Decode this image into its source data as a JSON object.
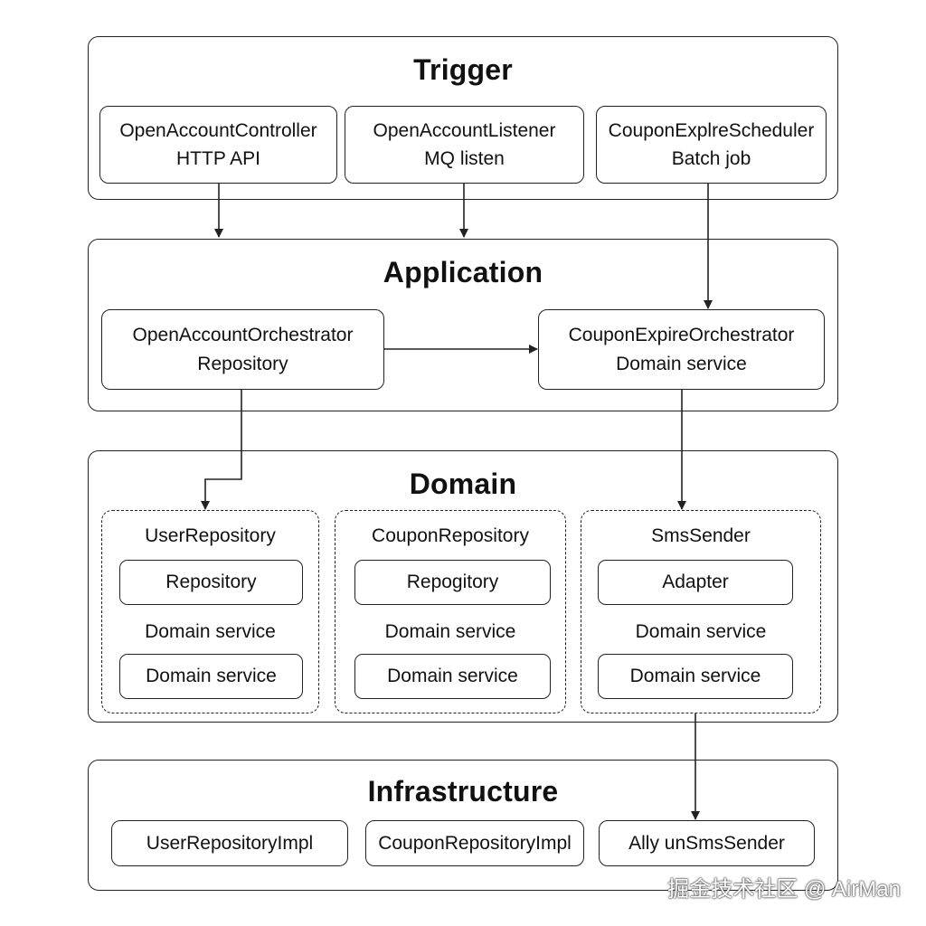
{
  "layers": {
    "trigger": {
      "title": "Trigger",
      "boxes": [
        {
          "name": "OpenAccountController",
          "sub": "HTTP API"
        },
        {
          "name": "OpenAccountListener",
          "sub": "MQ listen"
        },
        {
          "name": "CouponExplreScheduler",
          "sub": "Batch job"
        }
      ]
    },
    "application": {
      "title": "Application",
      "boxes": [
        {
          "name": "OpenAccountOrchestrator",
          "sub": "Repository"
        },
        {
          "name": "CouponExpireOrchestrator",
          "sub": "Domain service"
        }
      ]
    },
    "domain": {
      "title": "Domain",
      "groups": [
        {
          "title": "UserRepository",
          "box1": "Repository",
          "middle": "Domain service",
          "box2": "Domain service"
        },
        {
          "title": "CouponRepository",
          "box1": "Repogitory",
          "middle": "Domain service",
          "box2": "Domain service"
        },
        {
          "title": "SmsSender",
          "box1": "Adapter",
          "middle": "Domain service",
          "box2": "Domain service"
        }
      ]
    },
    "infrastructure": {
      "title": "Infrastructure",
      "boxes": [
        "UserRepositoryImpl",
        "CouponRepositoryImpl",
        "Ally unSmsSender"
      ]
    }
  },
  "watermark": "掘金技术社区 @ AirMan"
}
